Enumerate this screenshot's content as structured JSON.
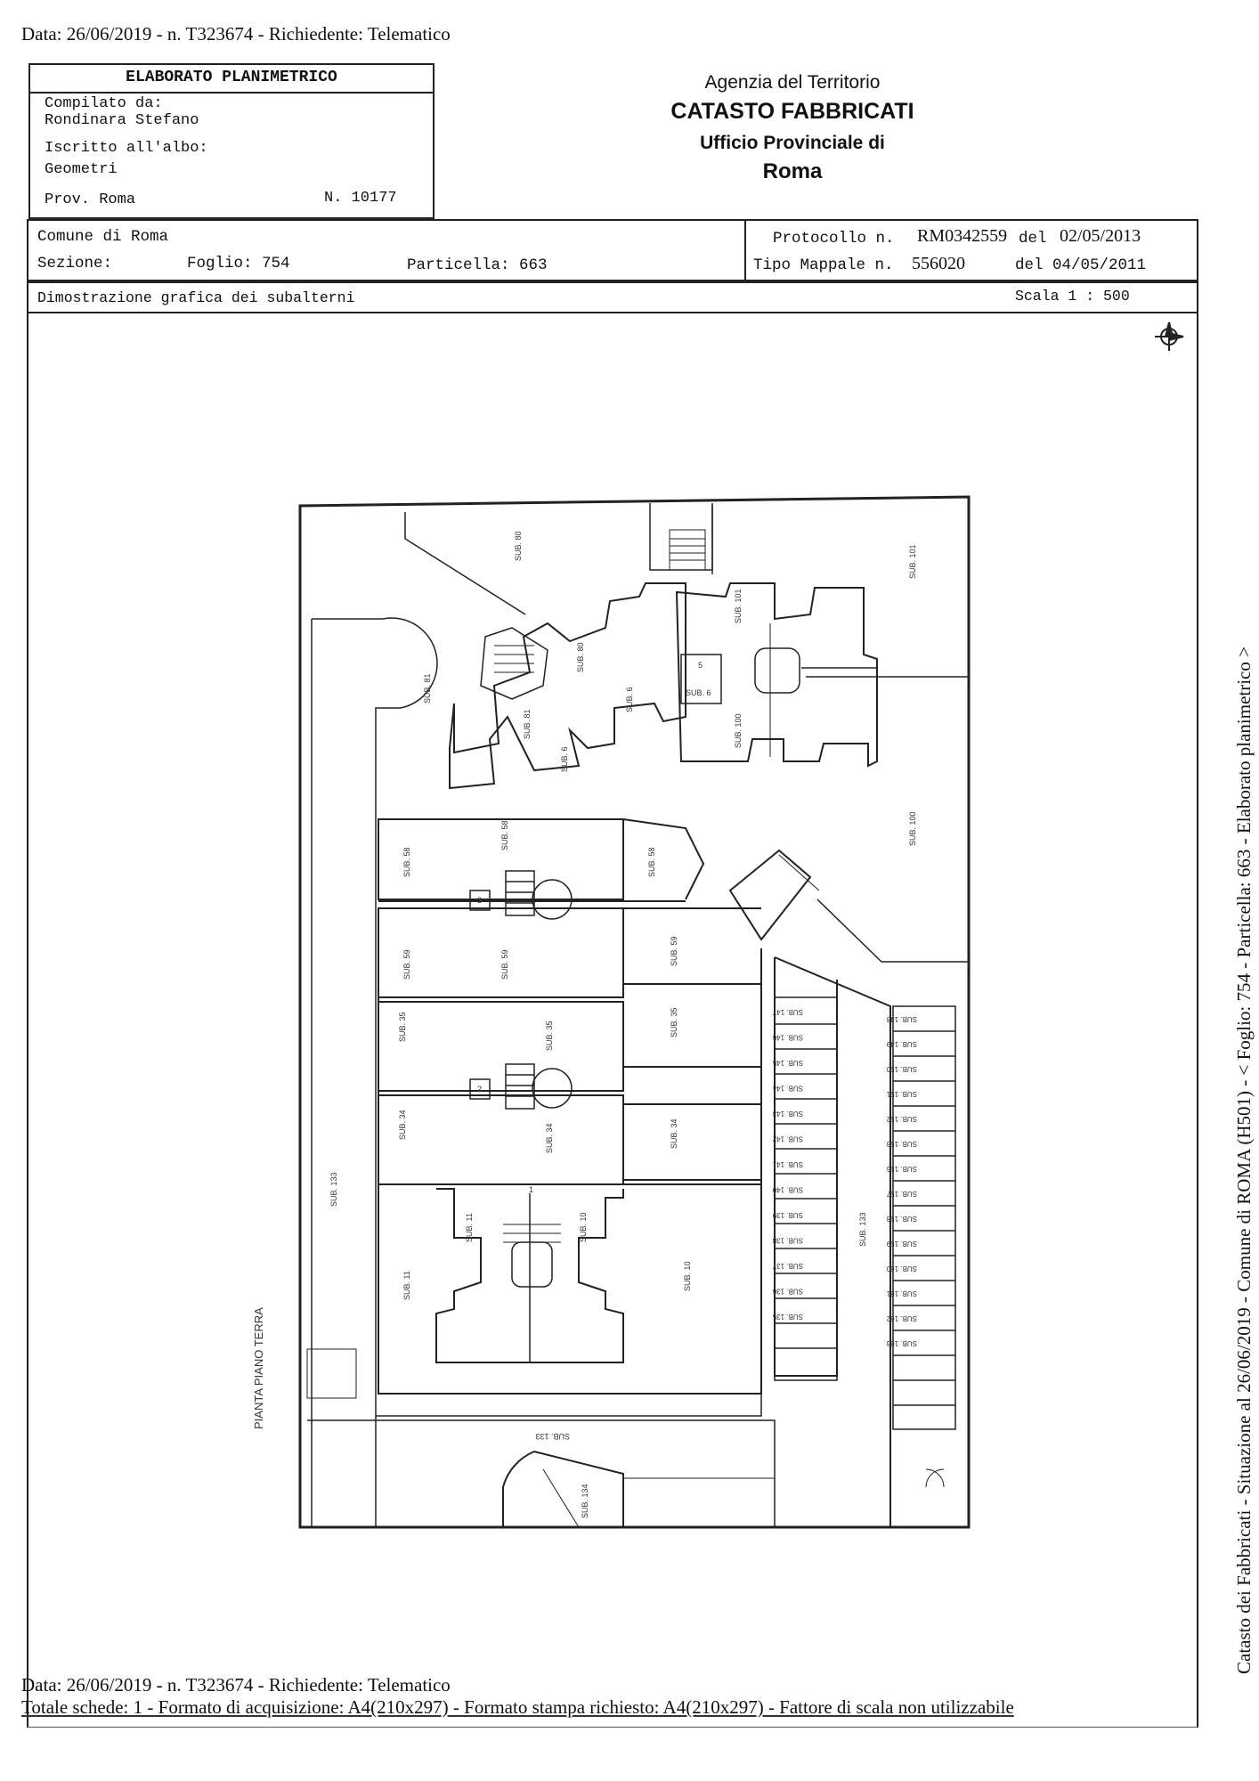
{
  "header": {
    "top_line": "Data: 26/06/2019 - n. T323674 - Richiedente: Telematico"
  },
  "elaborato": {
    "title": "ELABORATO PLANIMETRICO",
    "compilato_label": "Compilato da:",
    "compilato_name": "Rondinara Stefano",
    "iscritto_label": "Iscritto all'albo:",
    "albo": "Geometri",
    "prov": "Prov. Roma",
    "numero": "N. 10177"
  },
  "agency": {
    "line1": "Agenzia del Territorio",
    "line2": "CATASTO FABBRICATI",
    "line3": "Ufficio Provinciale di",
    "line4": "Roma"
  },
  "info": {
    "comune": "Comune di Roma",
    "sezione_label": "Sezione:",
    "foglio": "Foglio: 754",
    "particella": "Particella: 663",
    "protocollo_label": "Protocollo n.",
    "protocollo_value": "RM0342559",
    "protocollo_del_label": "del",
    "protocollo_date": "02/05/2013",
    "tipo_mappale_label": "Tipo Mappale n.",
    "tipo_mappale_value": "556020",
    "tipo_mappale_date": "del 04/05/2011",
    "dimostrazione": "Dimostrazione grafica dei subalterni",
    "scala": "Scala 1 : 500"
  },
  "plan": {
    "ground_floor_label": "PIANTA PIANO TERRA",
    "sub_labels": {
      "s80": "SUB. 80",
      "s81": "SUB. 81",
      "s81b": "SUB. 81",
      "s80b": "SUB. 80",
      "s6": "SUB. 6",
      "s6b": "SUB. 6",
      "s6c": "SUB. 6",
      "s101": "SUB. 101",
      "s101b": "SUB. 101",
      "s100": "SUB. 100",
      "s100b": "SUB. 100",
      "s58": "SUB. 58",
      "s58b": "SUB. 58",
      "s58c": "SUB. 58",
      "s59": "SUB. 59",
      "s59b": "SUB. 59",
      "s59c": "SUB. 59",
      "s35": "SUB. 35",
      "s35b": "SUB. 35",
      "s35c": "SUB. 35",
      "s34": "SUB. 34",
      "s34b": "SUB. 34",
      "s34c": "SUB. 34",
      "s11": "SUB. 11",
      "s11b": "SUB. 11",
      "s10": "SUB. 10",
      "s10b": "SUB. 10",
      "s133": "SUB. 133",
      "s133b": "SUB. 133",
      "s133c": "SUB. 133",
      "s134": "SUB. 134"
    },
    "left_boxes": [
      "SUB. 147",
      "SUB. 146",
      "SUB. 145",
      "SUB. 144",
      "SUB. 143",
      "SUB. 142",
      "SUB. 141",
      "SUB. 140",
      "SUB. 139",
      "SUB. 138",
      "SUB. 137",
      "SUB. 136",
      "SUB. 135"
    ],
    "right_boxes": [
      "SUB. 148",
      "SUB. 149",
      "SUB. 150",
      "SUB. 151",
      "SUB. 152",
      "SUB. 153",
      "SUB. 156",
      "SUB. 157",
      "SUB. 158",
      "SUB. 159",
      "SUB. 160",
      "SUB. 161",
      "SUB. 162",
      "SUB. 163"
    ],
    "numbers": {
      "n1": "1",
      "n2": "2",
      "n3": "3",
      "n5": "5"
    }
  },
  "side_label": "Catasto dei Fabbricati - Situazione al 26/06/2019 - Comune di ROMA (H501) - < Foglio: 754 - Particella: 663 - Elaborato planimetrico >",
  "footer": {
    "line1": "Data: 26/06/2019 - n. T323674 - Richiedente: Telematico",
    "line2": "Totale schede: 1 - Formato di acquisizione: A4(210x297)  - Formato stampa richiesto: A4(210x297) - Fattore di scala non utilizzabile"
  }
}
